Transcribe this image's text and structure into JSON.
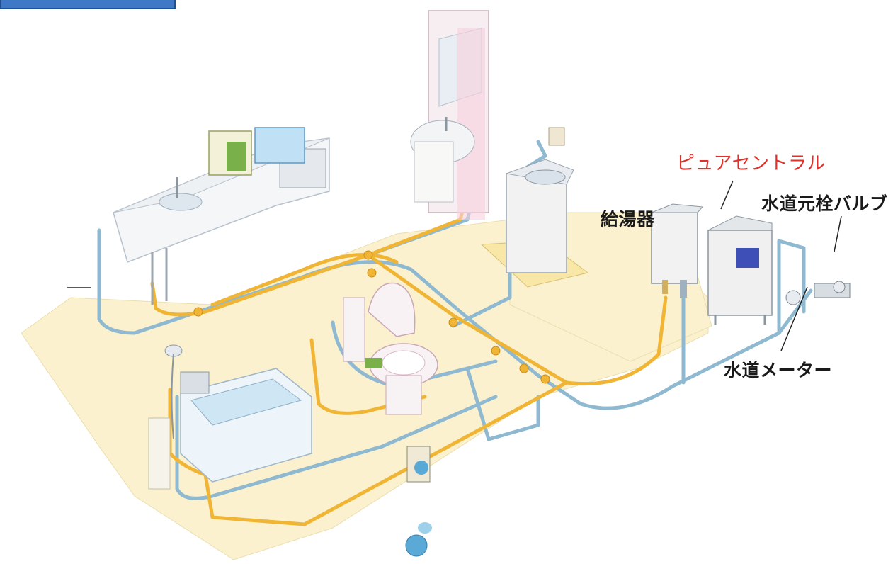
{
  "labels": {
    "pure_central": "ピュアセントラル",
    "water_heater": "給湯器",
    "main_valve": "水道元栓バルブ",
    "water_meter": "水道メーター"
  },
  "colors": {
    "hot_pipe": "#f0b535",
    "cold_pipe": "#8fb9d0",
    "floor": "#fbf1cf",
    "tab": "#3f79c6",
    "label_red": "#e0302a"
  },
  "icons": [
    "kitchen-sink",
    "dishwasher",
    "vanity-basin",
    "washing-machine",
    "toilet",
    "bathtub",
    "shower",
    "water-heater",
    "filter-unit",
    "main-valve",
    "water-meter",
    "pipe-header"
  ]
}
